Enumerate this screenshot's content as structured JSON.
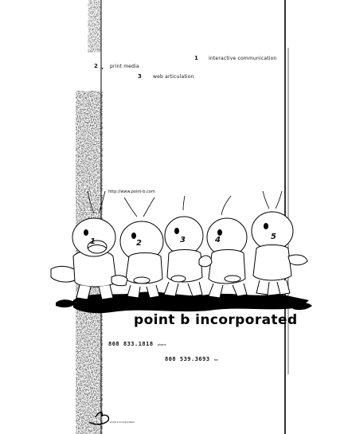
{
  "menu": {
    "items": [
      {
        "number": "1",
        "label": "interactive communication"
      },
      {
        "number": "2",
        "label": "print media"
      },
      {
        "number": "3",
        "label": "web articulation"
      }
    ]
  },
  "url": "http://www.point-b.com",
  "characters": [
    "1",
    "2",
    "3",
    "4",
    "5"
  ],
  "company": {
    "name": "point b incorporated",
    "phone": "808 833.1818",
    "phone_label": "phone",
    "fax": "808 539.3693",
    "fax_label": "fax"
  },
  "footer": {
    "label": "point b incorporated"
  }
}
